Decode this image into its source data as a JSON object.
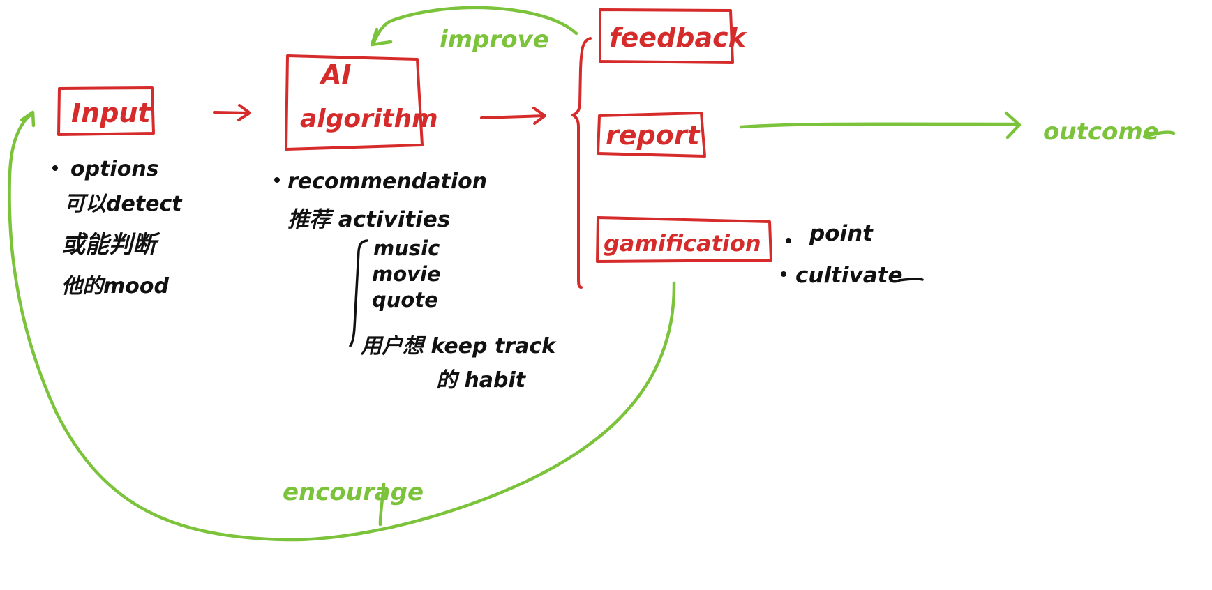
{
  "colors": {
    "box": "#d62b2b",
    "flow": "#7cc33c",
    "note": "#111111"
  },
  "nodes": {
    "input": {
      "label": "Input"
    },
    "ai": {
      "line1": "AI",
      "line2": "algorithm"
    },
    "feedback": {
      "label": "feedback"
    },
    "report": {
      "label": "report"
    },
    "gamification": {
      "label": "gamification"
    }
  },
  "edges": {
    "improve": "improve",
    "outcome": "outcome",
    "encourage": "encourage"
  },
  "notes": {
    "input": {
      "bullet": "options",
      "lines": [
        "可以detect",
        "或能判断",
        "他的mood"
      ]
    },
    "ai": {
      "bullet": "recommendation",
      "line": "推荐 activities",
      "items": [
        "music",
        "movie",
        "quote"
      ],
      "track1": "用户想 keep track",
      "track2": "的 habit"
    },
    "gamification": {
      "items": [
        "point",
        "cultivate"
      ]
    }
  }
}
